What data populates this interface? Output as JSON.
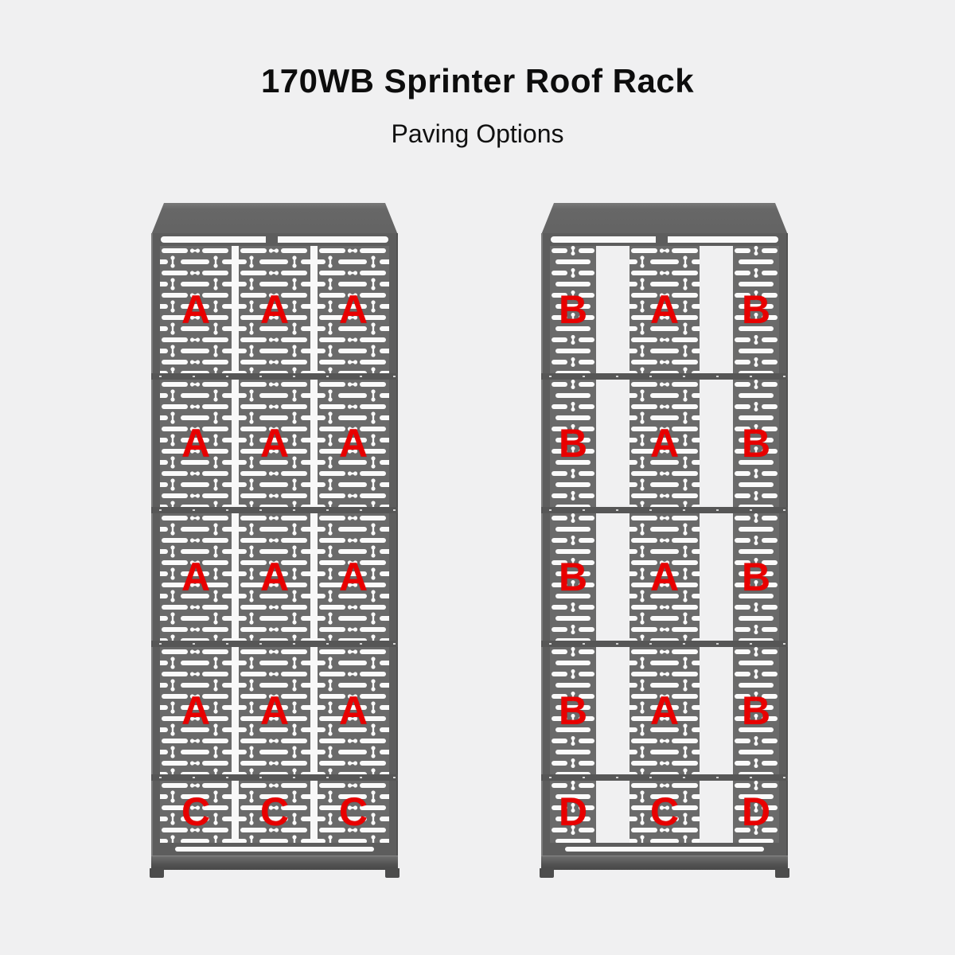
{
  "header": {
    "title": "170WB Sprinter Roof Rack",
    "subtitle": "Paving Options"
  },
  "colors": {
    "background": "#f0f0f1",
    "rack_frame": "#5d5d5d",
    "panel_gray": "#6a6a6a",
    "slot_white": "#fafafa",
    "label_red": "#e80000"
  },
  "racks": [
    {
      "name": "left-rack",
      "layout": "three-full-width-panels-per-row",
      "rows": [
        {
          "panels": [
            "A",
            "A",
            "A"
          ]
        },
        {
          "panels": [
            "A",
            "A",
            "A"
          ]
        },
        {
          "panels": [
            "A",
            "A",
            "A"
          ]
        },
        {
          "panels": [
            "A",
            "A",
            "A"
          ]
        },
        {
          "panels": [
            "C",
            "C",
            "C"
          ]
        }
      ]
    },
    {
      "name": "right-rack",
      "layout": "narrow-edge-panels-with-open-gaps",
      "rows": [
        {
          "panels": [
            "B",
            "A",
            "B"
          ]
        },
        {
          "panels": [
            "B",
            "A",
            "B"
          ]
        },
        {
          "panels": [
            "B",
            "A",
            "B"
          ]
        },
        {
          "panels": [
            "B",
            "A",
            "B"
          ]
        },
        {
          "panels": [
            "D",
            "C",
            "D"
          ]
        }
      ]
    }
  ]
}
